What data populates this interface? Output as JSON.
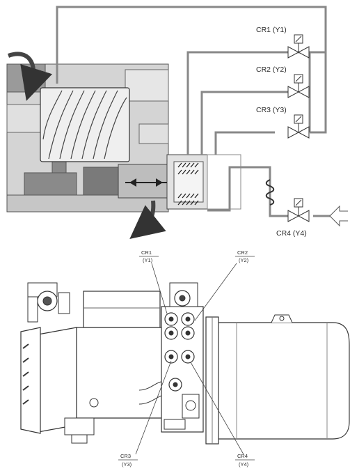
{
  "schematic": {
    "valves": [
      {
        "name": "CR1",
        "coil": "(Y1)",
        "text": "CR1 (Y1)"
      },
      {
        "name": "CR2",
        "coil": "(Y2)",
        "text": "CR2 (Y2)"
      },
      {
        "name": "CR3",
        "coil": "(Y3)",
        "text": "CR3 (Y3)"
      },
      {
        "name": "CR4",
        "coil": "(Y4)",
        "text": "CR4 (Y4)"
      }
    ]
  },
  "compressor": {
    "callouts": [
      {
        "top": "CR1",
        "bottom": "(Y1)"
      },
      {
        "top": "CR2",
        "bottom": "(Y2)"
      },
      {
        "top": "CR3",
        "bottom": "(Y3)"
      },
      {
        "top": "CR4",
        "bottom": "(Y4)"
      }
    ]
  }
}
